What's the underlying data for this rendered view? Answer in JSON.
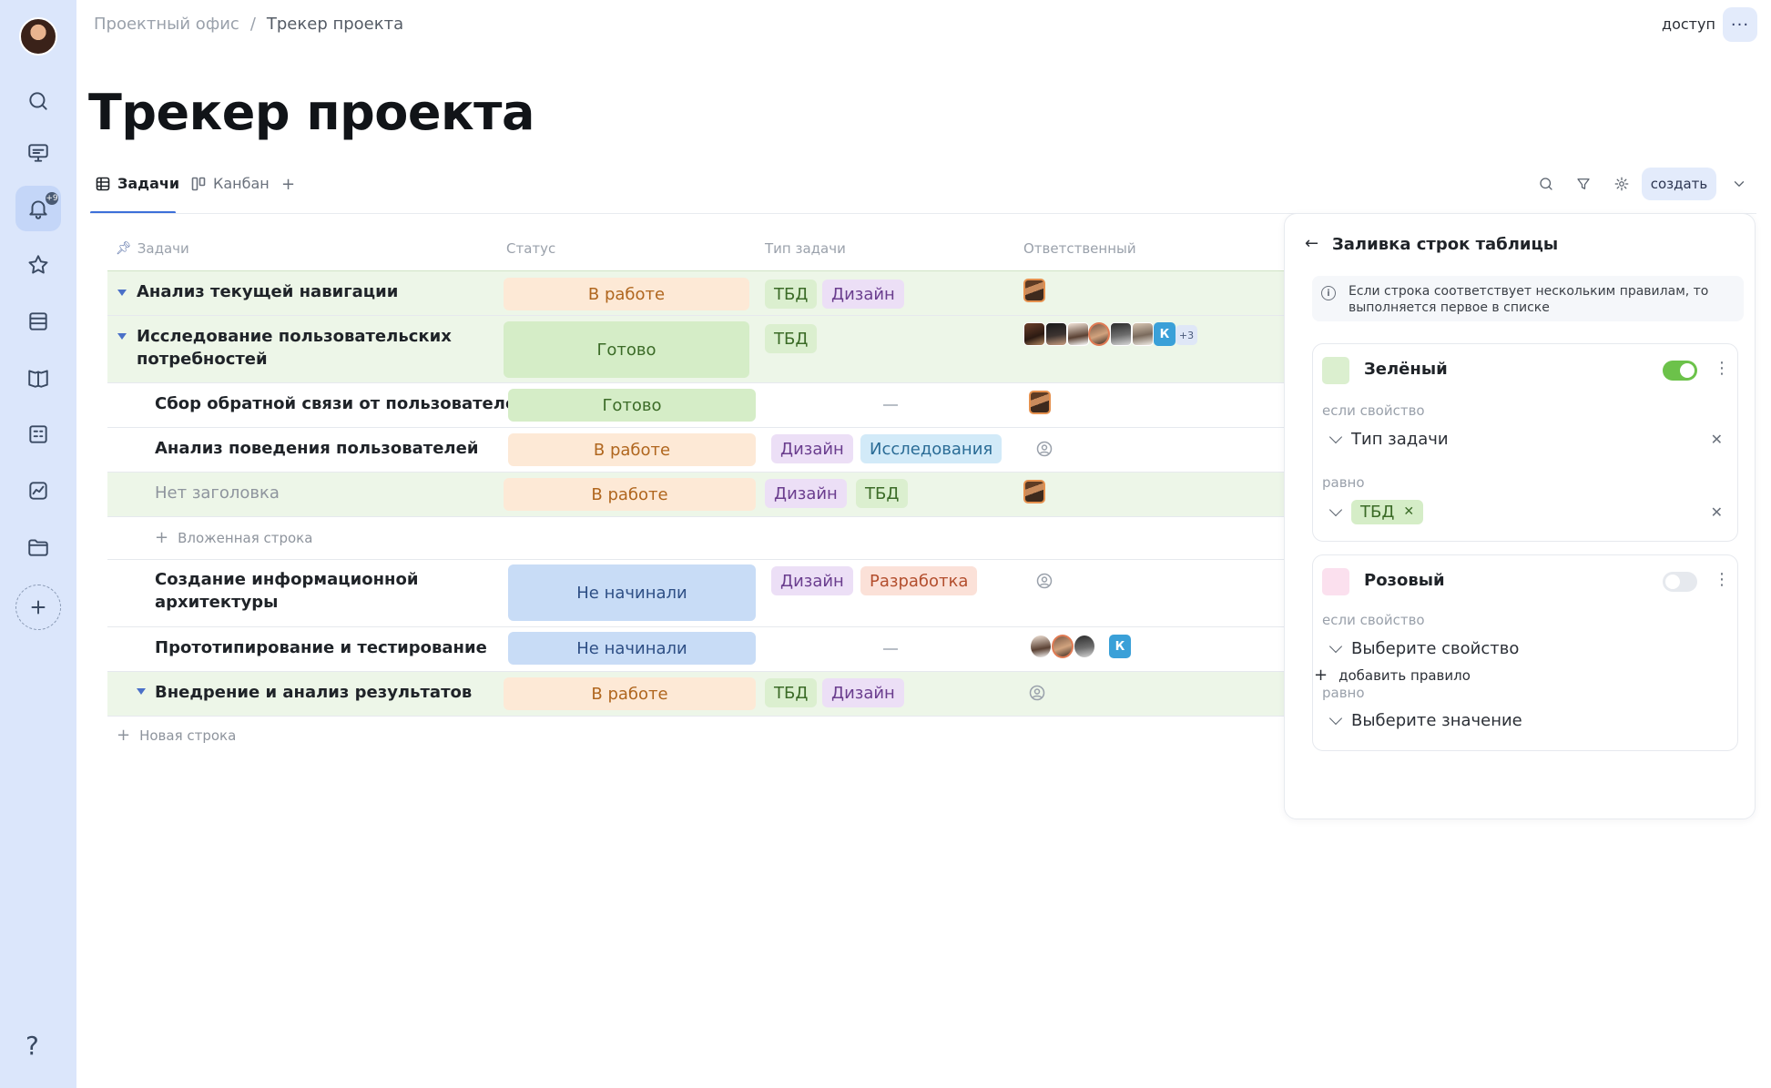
{
  "breadcrumb": {
    "parent": "Проектный офис",
    "separator": "/",
    "current": "Трекер проекта"
  },
  "header": {
    "access_label": "доступ",
    "more_label": "···"
  },
  "sidebar": {
    "badge": "+9",
    "help": "?"
  },
  "page_title": "Трекер проекта",
  "tabs": [
    {
      "label": "Задачи",
      "icon": "table-icon",
      "active": true
    },
    {
      "label": "Канбан",
      "icon": "kanban-icon",
      "active": false
    }
  ],
  "tabs_add": "+",
  "toolbar": {
    "create_label": "создать"
  },
  "table": {
    "columns": [
      "Задачи",
      "Статус",
      "Тип задачи",
      "Ответственный"
    ],
    "rows": [
      {
        "title": "Анализ текущей навигации",
        "status": "В работе",
        "tags": [
          "ТБД",
          "Дизайн"
        ]
      },
      {
        "title": "Исследование пользовательских потребностей",
        "status": "Готово",
        "tags": [
          "ТБД"
        ],
        "more_assignees": "+3",
        "assignee_letter": "К"
      },
      {
        "title": "Сбор обратной связи от пользователей",
        "status": "Готово",
        "tags": []
      },
      {
        "title": "Анализ поведения пользователей",
        "status": "В работе",
        "tags": [
          "Дизайн",
          "Исследования"
        ]
      },
      {
        "title": "Нет заголовка",
        "status": "В работе",
        "tags": [
          "Дизайн",
          "ТБД"
        ]
      },
      {
        "title": "Создание информационной архитектуры",
        "status": "Не начинали",
        "tags": [
          "Дизайн",
          "Разработка"
        ]
      },
      {
        "title": "Прототипирование и тестирование",
        "status": "Не начинали",
        "tags": [],
        "assignee_letter": "К"
      },
      {
        "title": "Внедрение и анализ результатов",
        "status": "В работе",
        "tags": [
          "ТБД",
          "Дизайн"
        ]
      }
    ],
    "nested_row_label": "Вложенная строка",
    "new_row_label": "Новая строка"
  },
  "panel": {
    "back": "←",
    "title": "Заливка строк таблицы",
    "info": "Если строка соответствует нескольким правилам, то выполняется первое в списке",
    "info_icon": "i",
    "rules": [
      {
        "name": "Зелёный",
        "color": "#dbefcf",
        "enabled": true,
        "if_label": "если свойство",
        "property": "Тип задачи",
        "equals_label": "равно",
        "value": "ТБД"
      },
      {
        "name": "Розовый",
        "color": "#fbe0ee",
        "enabled": false,
        "if_label": "если свойство",
        "property": "Выберите свойство",
        "equals_label": "равно",
        "value": "Выберите значение"
      }
    ],
    "add_rule": "добавить правило"
  },
  "colors": {
    "accent": "#3d6fd9",
    "sidebar_bg": "#dbe6fb",
    "row_highlight": "#edf6e8"
  }
}
